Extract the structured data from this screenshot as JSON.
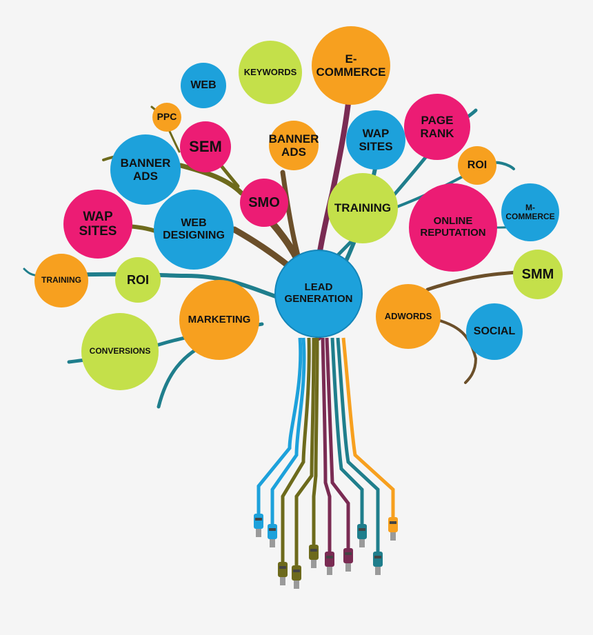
{
  "colors": {
    "orange": "#f7a01f",
    "blue": "#1da1db",
    "pink": "#ec1c74",
    "green": "#c4e04a",
    "brown": "#6b4f2a",
    "olive": "#6d6a1c",
    "plum": "#7a2b53",
    "teal": "#1f7e8c",
    "background": "#f5f5f5"
  },
  "center": {
    "label": "LEAD\nGENERATION"
  },
  "nodes": [
    {
      "id": "keywords",
      "label": "KEYWORDS",
      "color": "green"
    },
    {
      "id": "e-commerce",
      "label": "E-\nCOMMERCE",
      "color": "orange"
    },
    {
      "id": "web",
      "label": "WEB",
      "color": "blue"
    },
    {
      "id": "ppc",
      "label": "PPC",
      "color": "orange"
    },
    {
      "id": "sem",
      "label": "SEM",
      "color": "pink"
    },
    {
      "id": "banner-ads-left",
      "label": "BANNER\nADS",
      "color": "blue"
    },
    {
      "id": "banner-ads-center",
      "label": "BANNER\nADS",
      "color": "orange"
    },
    {
      "id": "wap-sites-center",
      "label": "WAP\nSITES",
      "color": "blue"
    },
    {
      "id": "page-rank",
      "label": "PAGE\nRANK",
      "color": "pink"
    },
    {
      "id": "roi-right",
      "label": "ROI",
      "color": "orange"
    },
    {
      "id": "wap-sites-left",
      "label": "WAP\nSITES",
      "color": "pink"
    },
    {
      "id": "web-designing",
      "label": "WEB\nDESIGNING",
      "color": "blue"
    },
    {
      "id": "smo",
      "label": "SMO",
      "color": "pink"
    },
    {
      "id": "training-center",
      "label": "TRAINING",
      "color": "green"
    },
    {
      "id": "online-reputation",
      "label": "ONLINE\nREPUTATION",
      "color": "pink"
    },
    {
      "id": "m-commerce",
      "label": "M-\nCOMMERCE",
      "color": "blue"
    },
    {
      "id": "training-left",
      "label": "TRAINING",
      "color": "orange"
    },
    {
      "id": "roi-left",
      "label": "ROI",
      "color": "green"
    },
    {
      "id": "smm",
      "label": "SMM",
      "color": "green"
    },
    {
      "id": "marketing",
      "label": "MARKETING",
      "color": "orange"
    },
    {
      "id": "adwords",
      "label": "ADWORDS",
      "color": "orange"
    },
    {
      "id": "social",
      "label": "SOCIAL",
      "color": "blue"
    },
    {
      "id": "conversions",
      "label": "CONVERSIONS",
      "color": "green"
    }
  ],
  "cables": [
    {
      "id": "cable-usb",
      "color": "blue",
      "icon": "usb-plug-icon"
    },
    {
      "id": "cable-audio-left",
      "color": "blue",
      "icon": "audio-jack-icon"
    },
    {
      "id": "cable-rj45",
      "color": "olive",
      "icon": "rj45-plug-icon"
    },
    {
      "id": "cable-hdmi",
      "color": "olive",
      "icon": "hdmi-plug-icon"
    },
    {
      "id": "cable-firewire",
      "color": "olive",
      "icon": "firewire-plug-icon"
    },
    {
      "id": "cable-ethernet",
      "color": "plum",
      "icon": "ethernet-plug-icon"
    },
    {
      "id": "cable-vga",
      "color": "plum",
      "icon": "vga-plug-icon"
    },
    {
      "id": "cable-green",
      "color": "teal",
      "icon": "connector-plug-icon"
    },
    {
      "id": "cable-audio-right",
      "color": "teal",
      "icon": "audio-jack-icon"
    },
    {
      "id": "cable-power",
      "color": "orange",
      "icon": "power-plug-icon"
    }
  ]
}
